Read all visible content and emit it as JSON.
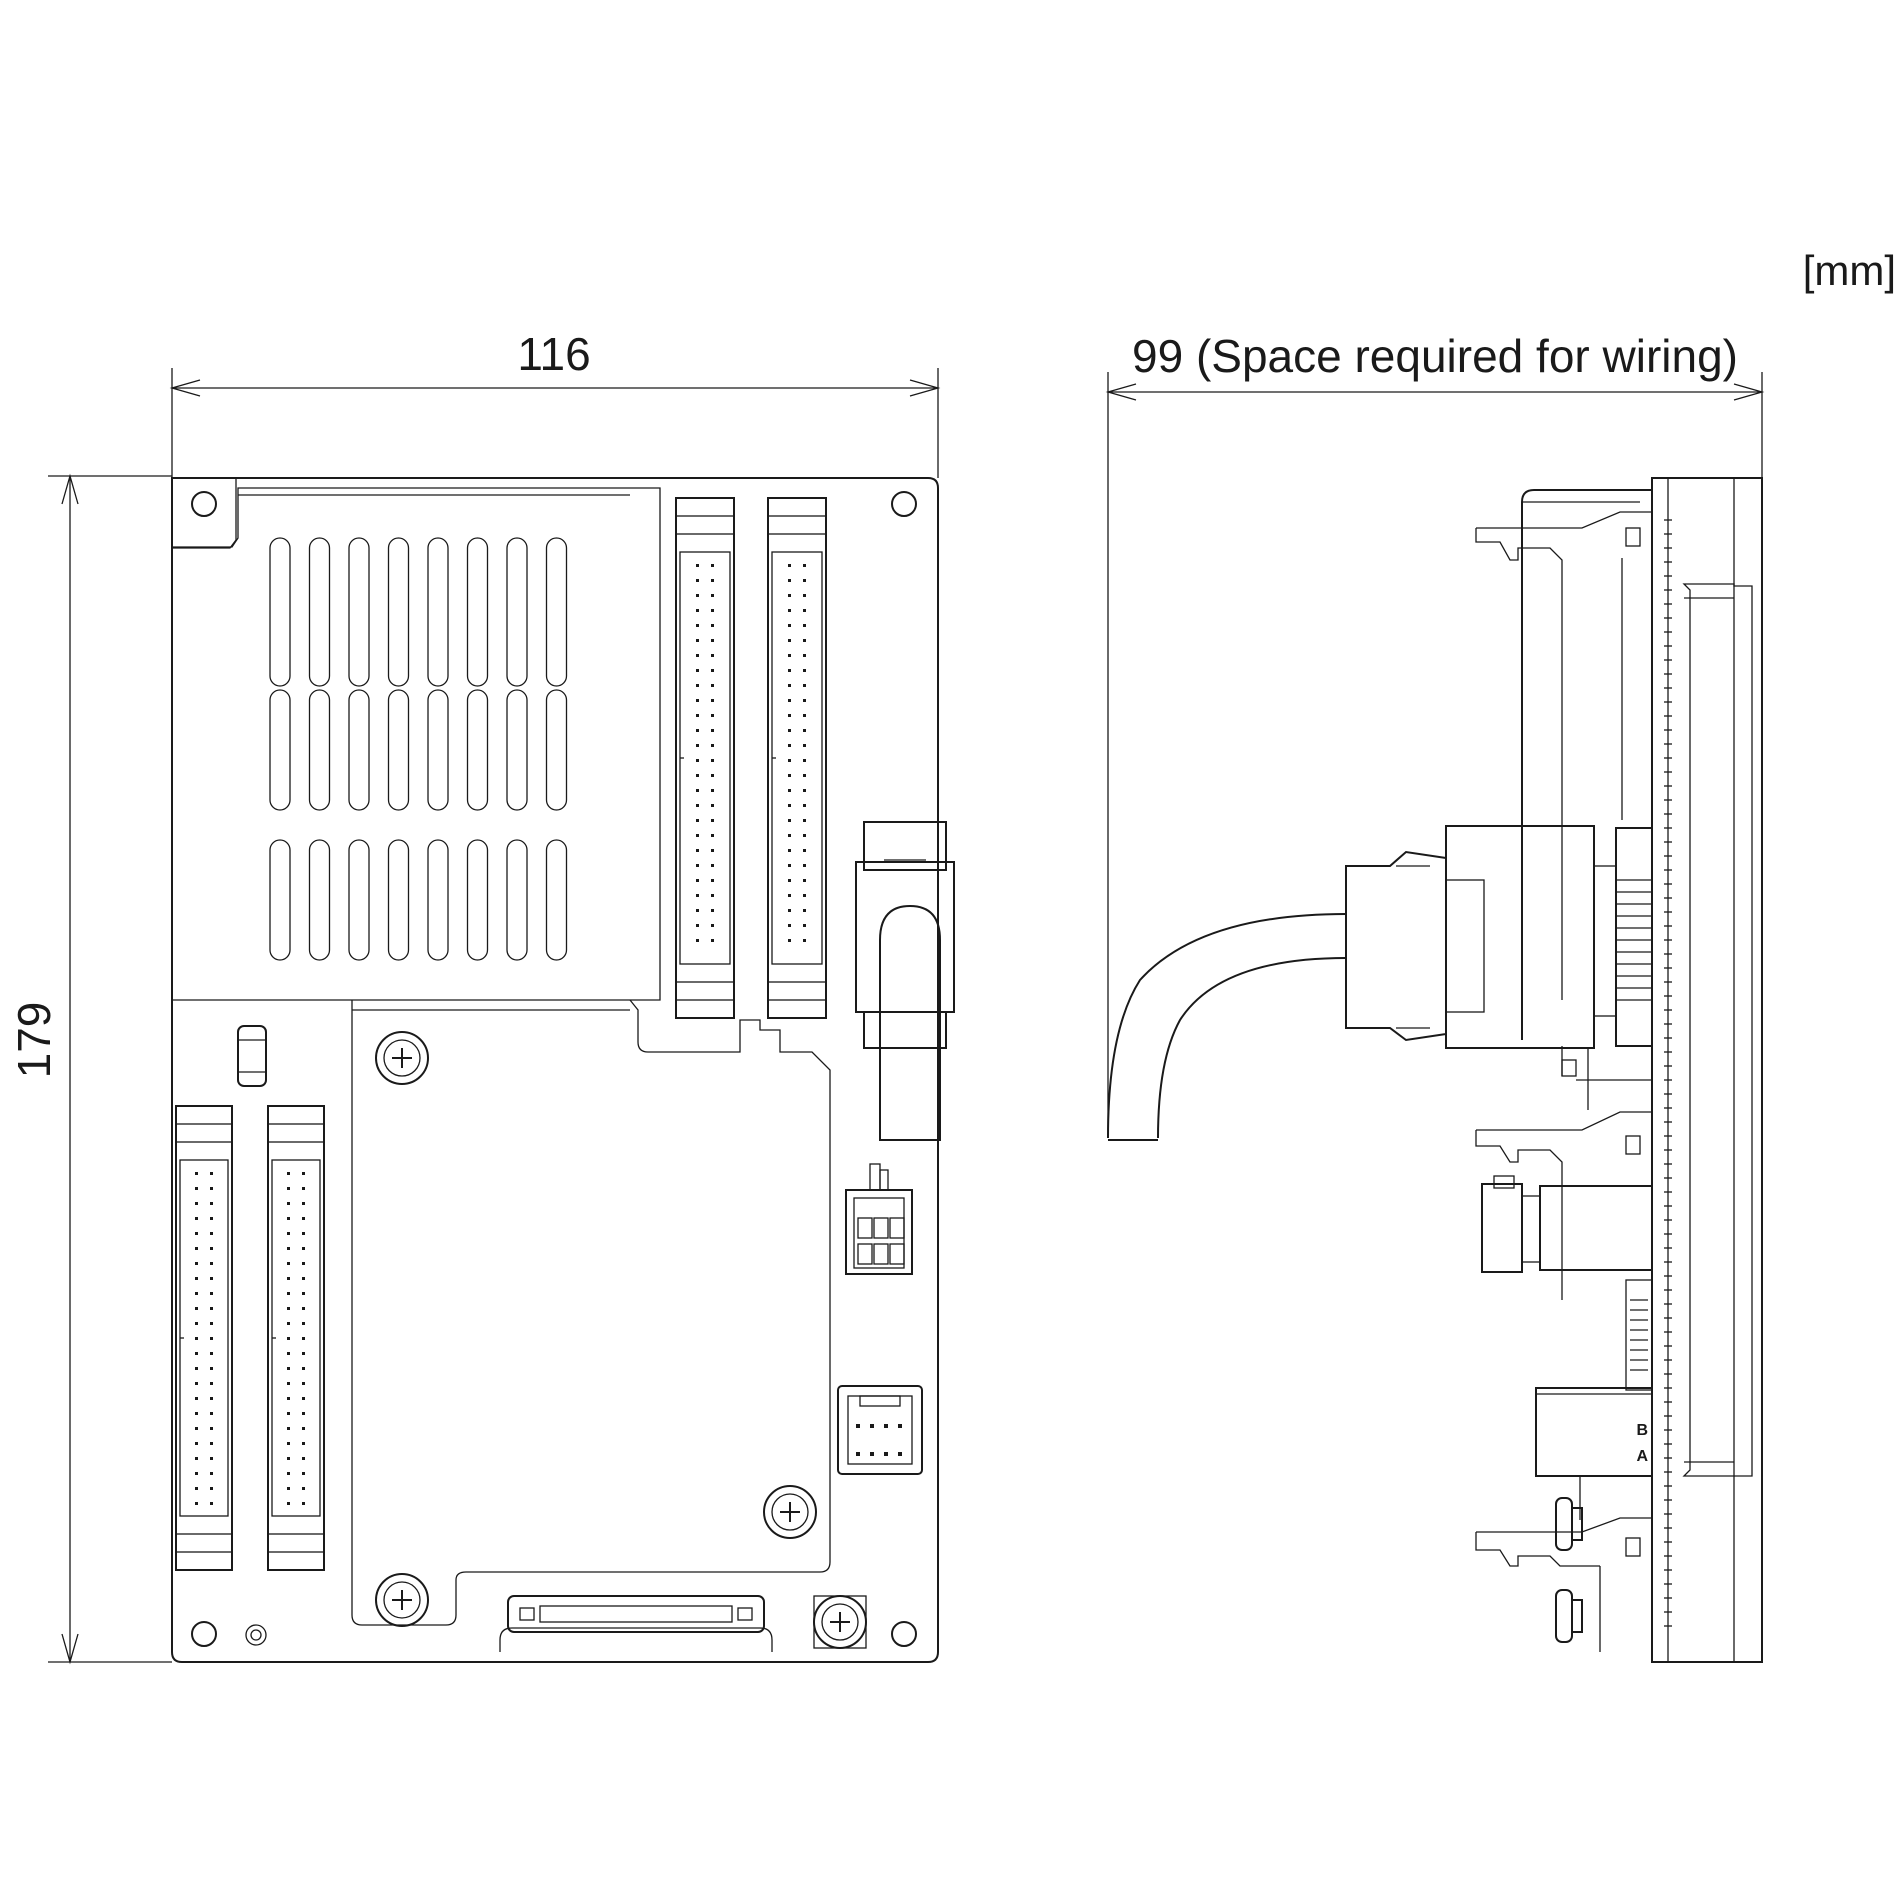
{
  "unit_label": "[mm]",
  "dimensions": {
    "width": "116",
    "height": "179",
    "side_depth": "99 (Space required for wiring)"
  },
  "side_marks": {
    "b": "B",
    "a": "A"
  }
}
